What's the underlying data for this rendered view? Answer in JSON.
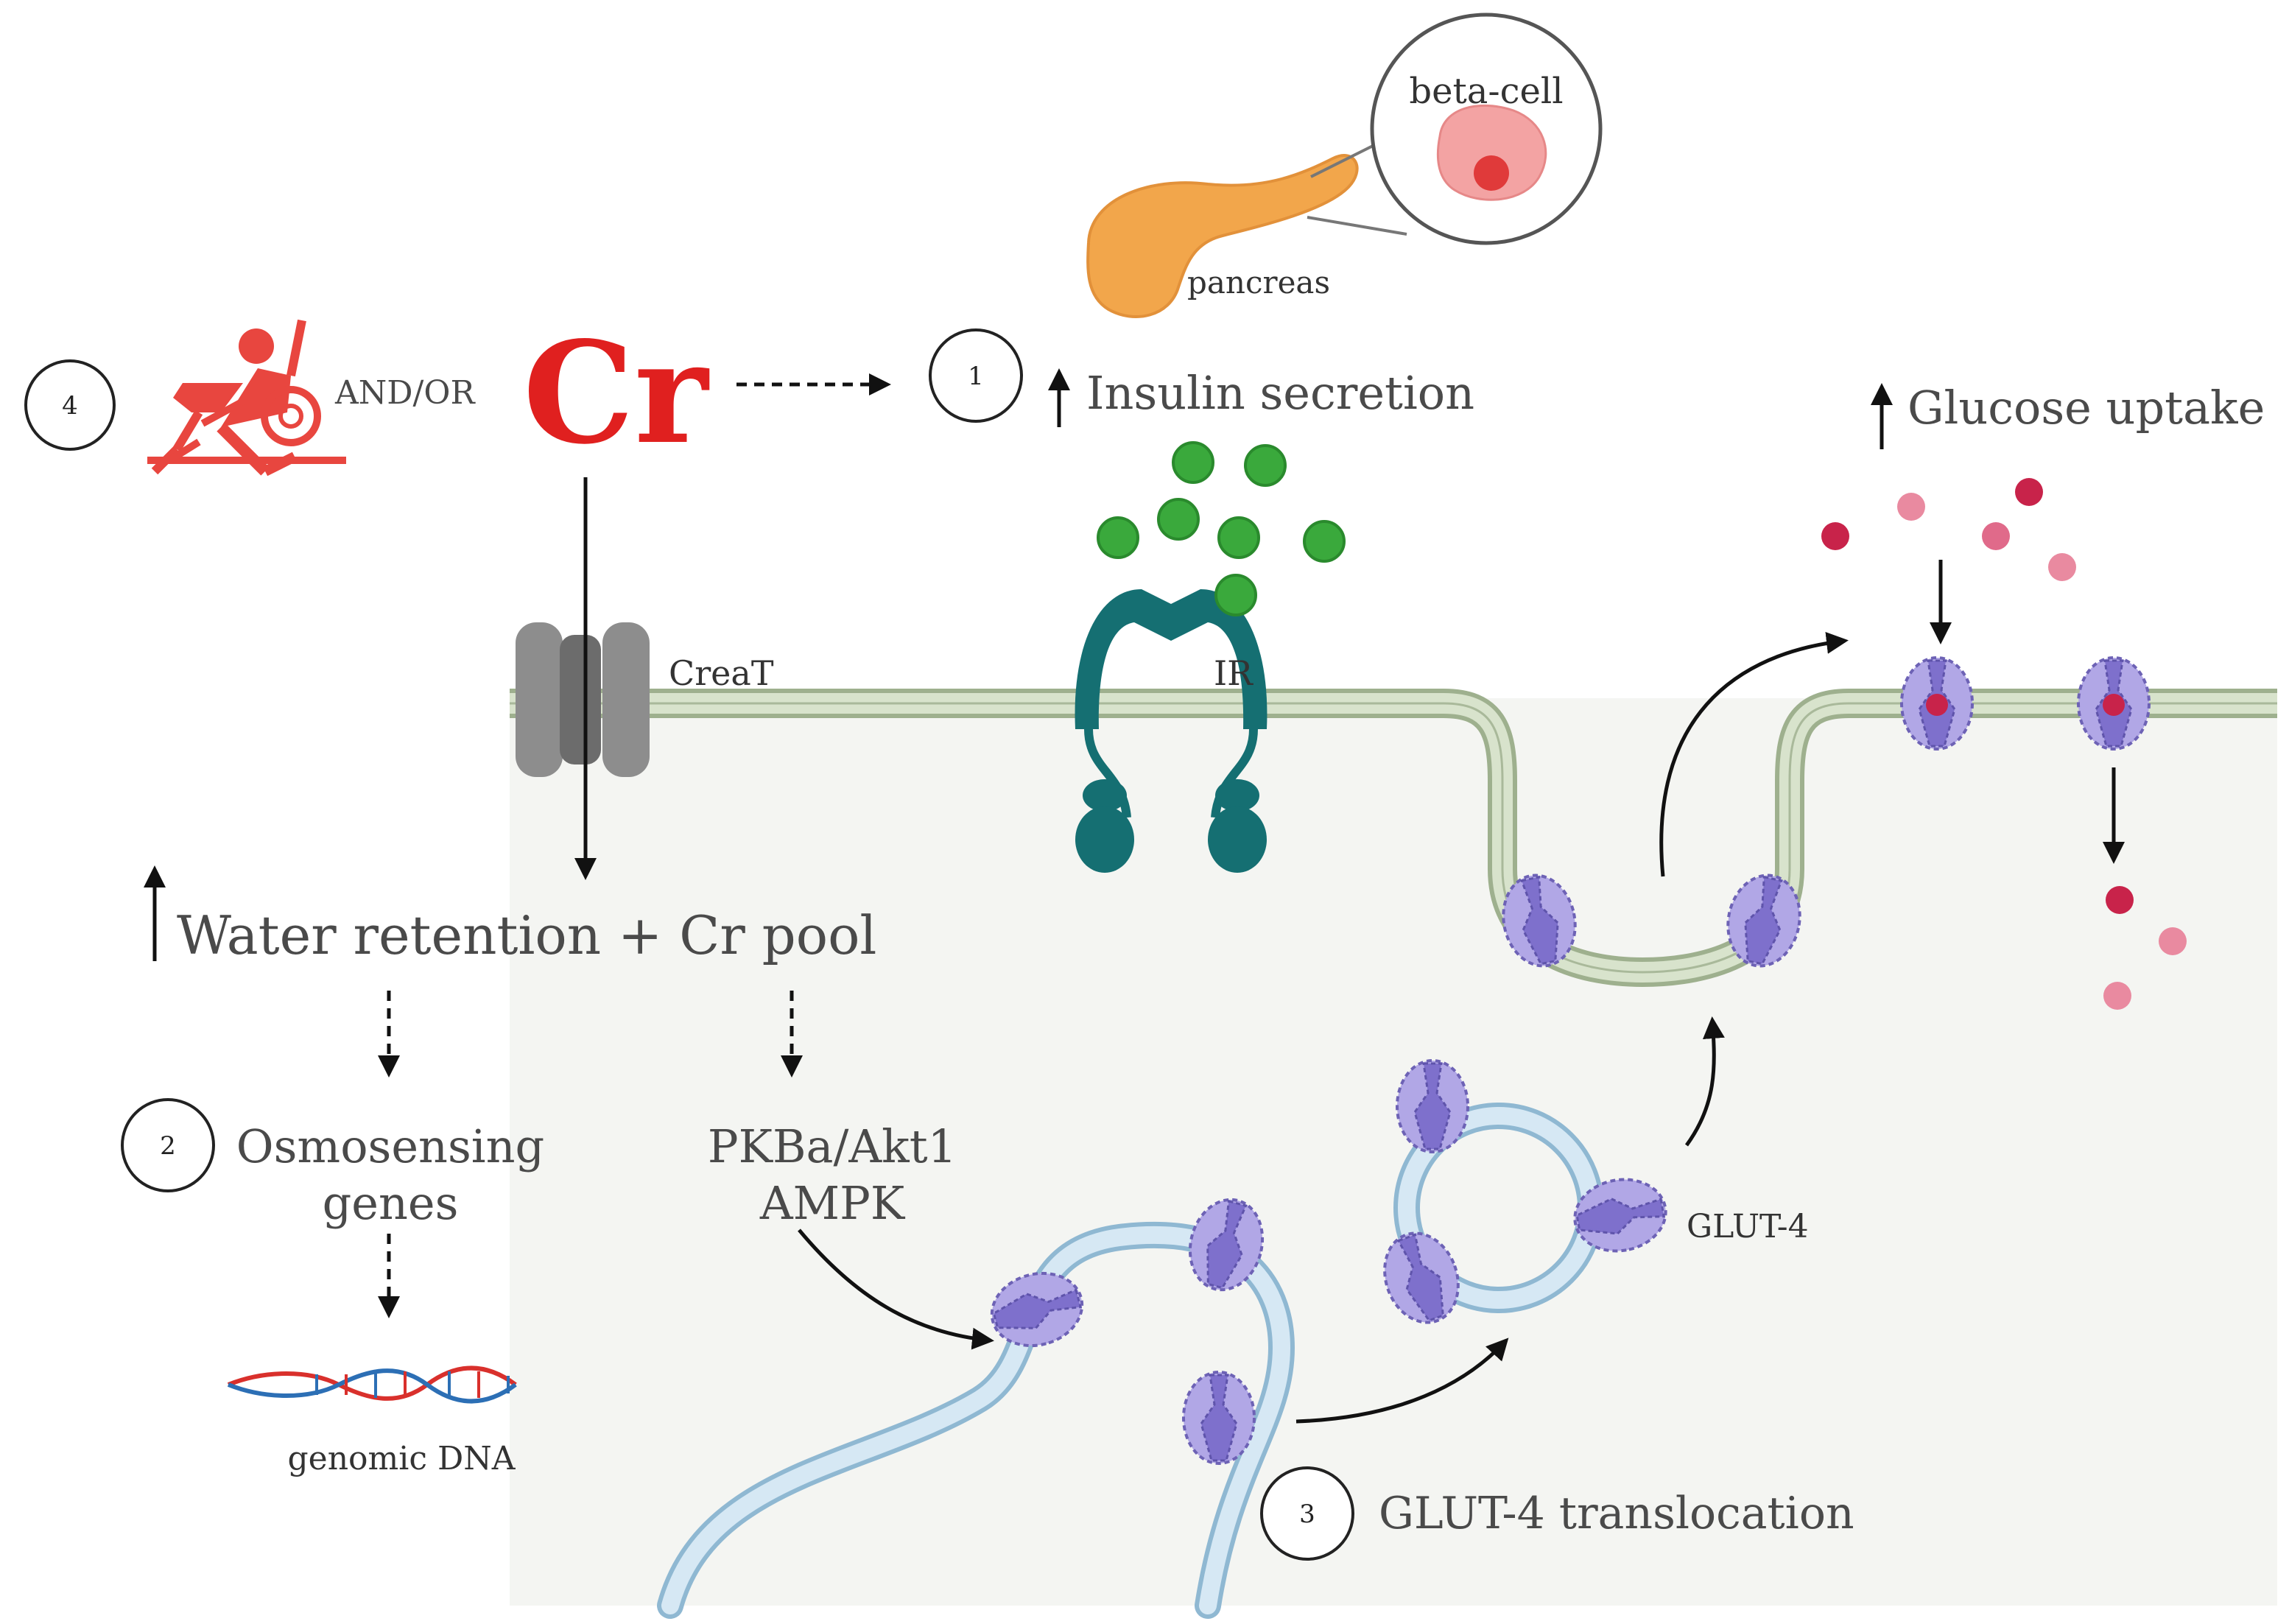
{
  "labels": {
    "step1": "1",
    "step2": "2",
    "step3": "3",
    "step4": "4",
    "and_or": "AND/OR",
    "cr": "Cr",
    "insulin_secretion": "Insulin secretion",
    "glucose_uptake": "Glucose uptake",
    "beta_cell": "beta-cell",
    "pancreas": "pancreas",
    "creat": "CreaT",
    "ir": "IR",
    "water_retention": "Water retention + Cr pool",
    "osmosensing_line1": "Osmosensing",
    "osmosensing_line2": "genes",
    "pkba": "PKBa/Akt1",
    "ampk": "AMPK",
    "glut4": "GLUT-4",
    "genomic_dna": "genomic DNA",
    "glut4_translocation": "GLUT-4 translocation"
  },
  "colors": {
    "cr_red": "#e0201f",
    "exercise_red": "#e8463f",
    "insulin_green": "#3aa93c",
    "receptor_teal": "#156f72",
    "glut4_purple": "#9a8fd6",
    "glucose_crimson": "#c8234a",
    "glucose_pink": "#e98aa0",
    "membrane_green": "#c7d5bb",
    "vesicle_blue": "#b9d7ea",
    "pancreas_orange": "#f2a64b",
    "cell_interior": "#f4f5f2",
    "text_gray": "#4a4a4a"
  }
}
